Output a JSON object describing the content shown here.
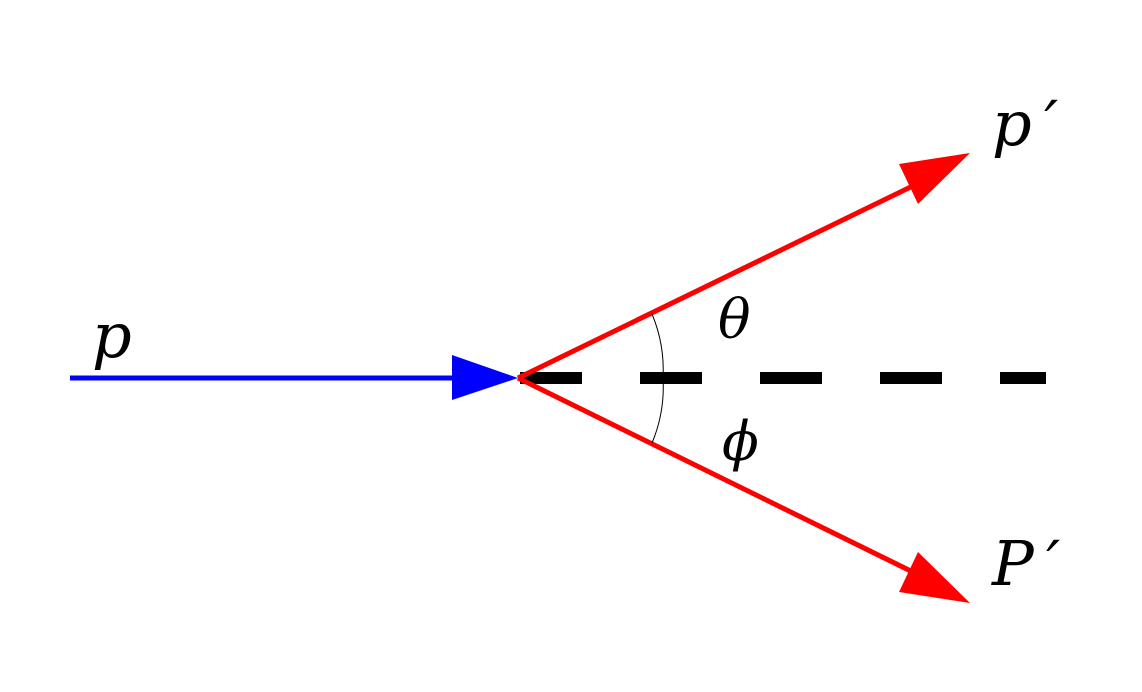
{
  "labels": {
    "incoming_momentum": "p",
    "scattered_momentum": "p ′",
    "recoil_momentum": "P ′",
    "scatter_angle": "θ",
    "recoil_angle": "ϕ"
  },
  "colors": {
    "incoming": "#0000ff",
    "outgoing": "#ff0000",
    "axis": "#000000",
    "angle_arc": "#000000"
  }
}
